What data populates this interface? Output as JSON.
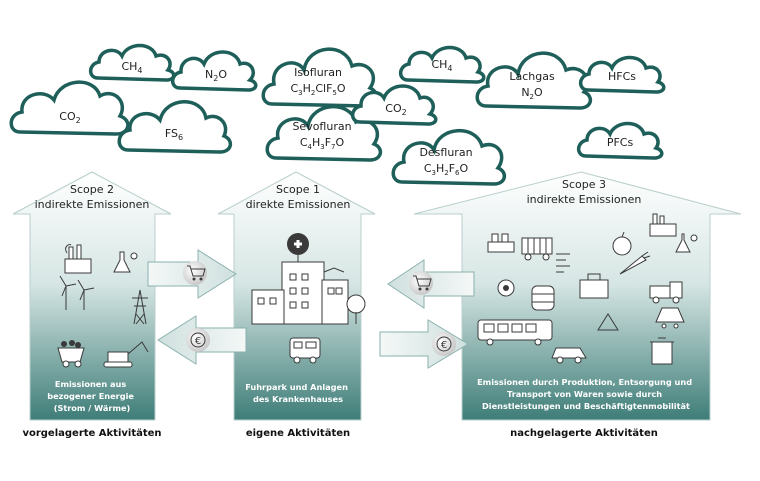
{
  "colors": {
    "cloud_stroke": "#1f5f5a",
    "arrow_fill_dark": "#3f7d78",
    "arrow_fill_light": "#eef5f4",
    "arrow_stroke": "#5f8f8c",
    "icon": "#3a3a3a"
  },
  "clouds": [
    {
      "name": "co2",
      "lines": [
        "CO",
        "2"
      ],
      "kind": "sub"
    },
    {
      "name": "ch4-left",
      "lines": [
        "CH",
        "4"
      ],
      "kind": "sub"
    },
    {
      "name": "n2o",
      "lines": [
        "N",
        "2",
        "O"
      ],
      "kind": "sub3"
    },
    {
      "name": "fs6",
      "lines": [
        "FS",
        "6"
      ],
      "kind": "sub"
    },
    {
      "name": "isofluran",
      "title": "Isofluran",
      "formula": "C3H2ClF5O"
    },
    {
      "name": "sevofluran",
      "title": "Sevofluran",
      "formula": "C4H3F7O"
    },
    {
      "name": "co2-middle",
      "lines": [
        "CO",
        "2"
      ],
      "kind": "sub"
    },
    {
      "name": "ch4-right",
      "lines": [
        "CH",
        "4"
      ],
      "kind": "sub"
    },
    {
      "name": "desfluran",
      "title": "Desfluran",
      "formula": "C3H2F6O"
    },
    {
      "name": "lachgas",
      "title": "Lachgas",
      "formula": "N2O"
    },
    {
      "name": "hfcs",
      "text": "HFCs"
    },
    {
      "name": "pfcs",
      "text": "PFCs"
    }
  ],
  "scopes": {
    "scope2": {
      "title": "Scope 2",
      "subtitle": "indirekte Emissionen",
      "bottom_lines": [
        "Emissionen aus",
        "bezogener Energie",
        "(Strom / Wärme)"
      ],
      "label": "vorgelagerte Aktivitäten",
      "icons": [
        "factory-icon",
        "chemistry-icon",
        "wind-turbines-icon",
        "power-pylon-icon",
        "coal-truck-icon",
        "excavator-icon"
      ]
    },
    "scope1": {
      "title": "Scope 1",
      "subtitle": "direkte Emissionen",
      "bottom_lines": [
        "Fuhrpark und Anlagen",
        "des Krankenhauses"
      ],
      "label": "eigene Aktivitäten",
      "icons": [
        "hospital-icon",
        "tree-icon",
        "bus-icon"
      ]
    },
    "scope3": {
      "title": "Scope 3",
      "subtitle": "indirekte Emissionen",
      "bottom_lines": [
        "Emissionen durch Produktion, Entsorgung und",
        "Transport von Waren sowie durch",
        "Dienstleistungen und Beschäftigtenmobilität"
      ],
      "label": "nachgelagerte Aktivitäten",
      "icons": [
        "assembly-line-icon",
        "freight-wagon-icon",
        "factory-icon",
        "chemistry-icon",
        "apple-icon",
        "carrot-icon",
        "gears-icon",
        "sorting-icon",
        "barrel-icon",
        "toolbox-icon",
        "cement-truck-icon",
        "recycle-icon",
        "train-icon",
        "bus-icon",
        "car-icon",
        "bin-icon"
      ]
    }
  },
  "arrows": [
    {
      "name": "arrow-cart-to-scope1",
      "icon": "cart-icon"
    },
    {
      "name": "arrow-euro-to-scope2",
      "icon": "euro-icon"
    },
    {
      "name": "arrow-cart-to-scope1-from-scope3",
      "icon": "cart-icon"
    },
    {
      "name": "arrow-euro-to-scope3",
      "icon": "euro-icon"
    }
  ]
}
